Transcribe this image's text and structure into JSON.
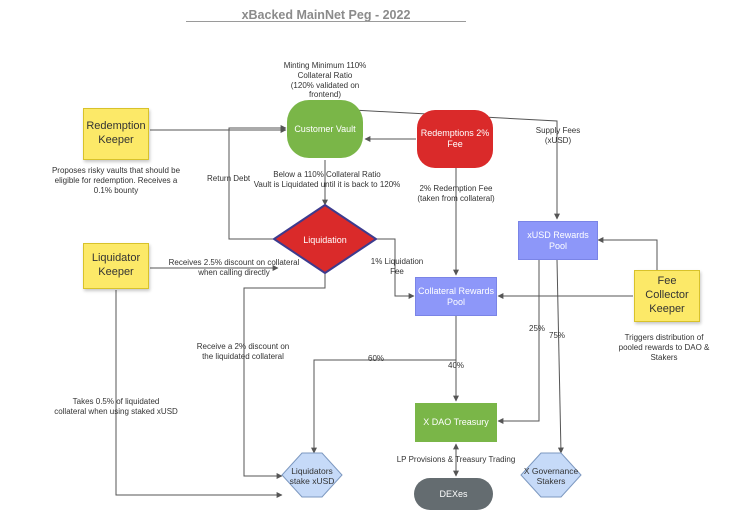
{
  "title": "xBacked MainNet Peg - 2022",
  "nodes": {
    "redemption_keeper": "Redemption Keeper",
    "customer_vault": "Customer Vault",
    "redemptions_fee": "Redemptions 2% Fee",
    "liquidation": "Liquidation",
    "liquidator_keeper": "Liquidator Keeper",
    "xusd_rewards_pool": "xUSD Rewards Pool",
    "fee_collector_keeper": "Fee Collector Keeper",
    "collateral_rewards_pool": "Collateral Rewards Pool",
    "dao_treasury": "X DAO Treasury",
    "liquidators_stake": "Liquidators stake xUSD",
    "dexes": "DEXes",
    "governance_stakers": "X Governance Stakers"
  },
  "labels": {
    "minting_1": "Minting Minimum 110%",
    "minting_2": "Collateral Ratio",
    "minting_3": "(120% validated on",
    "minting_4": "frontend)",
    "redemption_note_1": "Proposes risky vaults that should be",
    "redemption_note_2": "eligible for redemption. Receives a",
    "redemption_note_3": "0.1% bounty",
    "supply_fees_1": "Supply Fees",
    "supply_fees_2": "(xUSD)",
    "return_debt": "Return Debt",
    "below_ratio_1": "Below a 110% Collateral Ratio",
    "below_ratio_2": "Vault is Liquidated until it is back to 120%",
    "redemption_fee_1": "2% Redemption Fee",
    "redemption_fee_2": "(taken from collateral)",
    "discount_direct_1": "Receives 2.5% discount on collateral",
    "discount_direct_2": "when calling directly",
    "liq_fee_1": "1% Liquidation",
    "liq_fee_2": "Fee",
    "pct_25": "25%",
    "pct_75": "75%",
    "triggers_1": "Triggers distribution of",
    "triggers_2": "pooled rewards to DAO &",
    "triggers_3": "Stakers",
    "discount_2_1": "Receive a 2% discount on",
    "discount_2_2": "the liquidated collateral",
    "pct_60": "60%",
    "pct_40": "40%",
    "takes_1": "Takes 0.5% of liquidated",
    "takes_2": "collateral when using staked xUSD",
    "lp": "LP Provisions & Treasury Trading"
  },
  "colors": {
    "keeper": "#fce968",
    "vault": "#7ab648",
    "fee": "#da2a2a",
    "liquidation": "#da2a2a",
    "pool": "#8d97f9",
    "stake": "#c6daf8",
    "dex": "#646c70",
    "line": "#555555"
  }
}
